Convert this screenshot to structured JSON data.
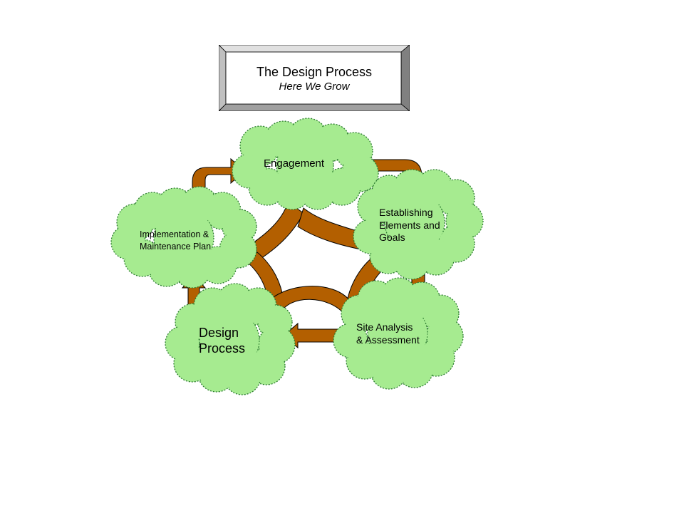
{
  "title": {
    "main": "The Design Process",
    "subtitle": "Here We Grow"
  },
  "nodes": {
    "engagement": {
      "lines": [
        "Engagement"
      ]
    },
    "establishing": {
      "lines": [
        "Establishing",
        "Elements and",
        "Goals"
      ]
    },
    "site_analysis": {
      "lines": [
        "Site Analysis",
        "& Assessment"
      ]
    },
    "design_process": {
      "lines": [
        "Design",
        "Process"
      ]
    },
    "implementation": {
      "lines": [
        "Implementation &",
        "Maintenance Plan"
      ]
    }
  },
  "colors": {
    "cloud_fill": "#a6eb90",
    "cloud_stroke": "#2e7d32",
    "branch_fill": "#b35f00",
    "branch_stroke": "#000000",
    "title_face": "#ffffff",
    "bevel_light": "#e0e0e0",
    "bevel_mid": "#c0c0c0",
    "bevel_dark": "#808080"
  },
  "cycle_order": [
    "engagement",
    "establishing",
    "site_analysis",
    "design_process",
    "implementation"
  ]
}
